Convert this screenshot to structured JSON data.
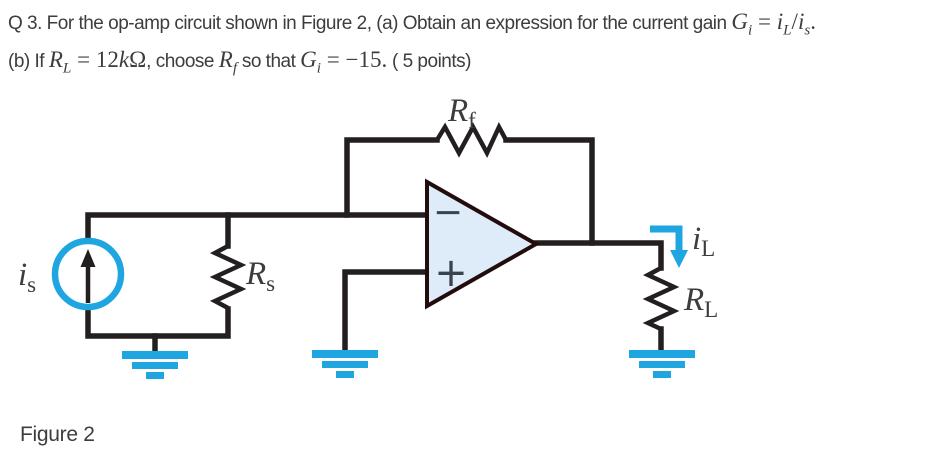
{
  "question": {
    "line1": {
      "text1": "Q 3. For the op-amp circuit shown in Figure 2, (a) Obtain an expression for the current gain ",
      "math_G": "G",
      "sub_G": "i",
      "equals": " = ",
      "math_iL": "i",
      "sub_iL": "L",
      "slash": "/",
      "math_is": "i",
      "sub_is": "s",
      "period": "."
    },
    "line2": {
      "text1": "(b) If ",
      "math_RL": "R",
      "sub_RL": "L",
      "eq_12": " = 12",
      "math_k": "k",
      "omega": "Ω",
      "text2": ", choose ",
      "math_Rf": "R",
      "sub_Rf": "f",
      "text3": " so that ",
      "math_G": "G",
      "sub_G": "i",
      "eq_15": " = −15.",
      "text4": " ( 5 points)"
    }
  },
  "figure": {
    "caption": "Figure 2",
    "labels": {
      "rf": {
        "main": "R",
        "sub": "f"
      },
      "rs": {
        "main": "R",
        "sub": "s"
      },
      "rl": {
        "main": "R",
        "sub": "L"
      },
      "is": {
        "main": "i",
        "sub": "s"
      },
      "il": {
        "main": "i",
        "sub": "L"
      },
      "minus": "−",
      "plus": "+"
    },
    "colors": {
      "accent": "#1fa6e0",
      "wire": "#231f20",
      "opamp_fill": "#ddecf8",
      "opamp_stroke": "#230c0c",
      "sign": "#3a424d",
      "text": "#3d3d3d"
    }
  }
}
